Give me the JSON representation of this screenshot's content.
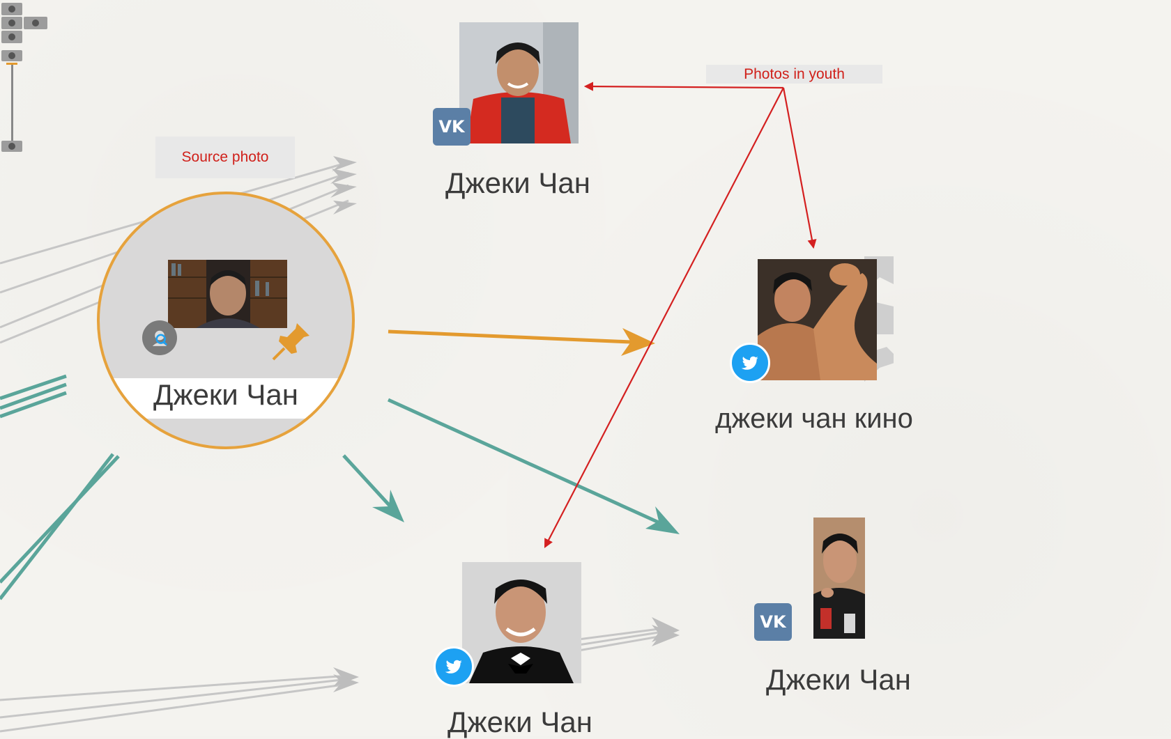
{
  "callouts": {
    "source_photo": "Source photo",
    "photos_in_youth": "Photos in youth"
  },
  "nodes": {
    "source": {
      "label": "Джеки Чан",
      "network": "search",
      "pinned": true
    },
    "top": {
      "label": "Джеки Чан",
      "network": "vk"
    },
    "right": {
      "label": "джеки чан кино",
      "network": "twitter"
    },
    "bottom_center": {
      "label": "Джеки Чан",
      "network": "twitter"
    },
    "bottom_right": {
      "label": "Джеки Чан",
      "network": "vk"
    }
  },
  "icons": {
    "vk_badge": "vk-icon",
    "twitter_badge": "twitter-icon",
    "search_badge": "face-search-icon",
    "pin": "pin-icon"
  },
  "colors": {
    "source_ring": "#e6a23c",
    "orange_edge": "#e39a2e",
    "teal_edge": "#5aa59a",
    "gray_edge": "#bdbdbd",
    "annotation": "#d42020",
    "vk": "#5b7fa6",
    "twitter": "#1da1f2"
  }
}
